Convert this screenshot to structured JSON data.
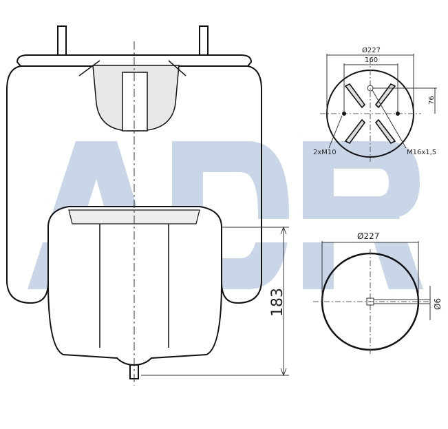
{
  "logo": {
    "text": "ADR",
    "color": "#c9d6e8"
  },
  "top_view": {
    "diameter_label": "Ø227",
    "bolt_spacing_label": "160",
    "offset_label": "76",
    "bolt_label": "2xM10",
    "air_port_label": "M16x1,5"
  },
  "bottom_view": {
    "diameter_label": "Ø227",
    "hole_label": "Ø6"
  },
  "side_view": {
    "height_label": "183"
  },
  "colors": {
    "line": "#111111",
    "dim_line": "#333333"
  }
}
